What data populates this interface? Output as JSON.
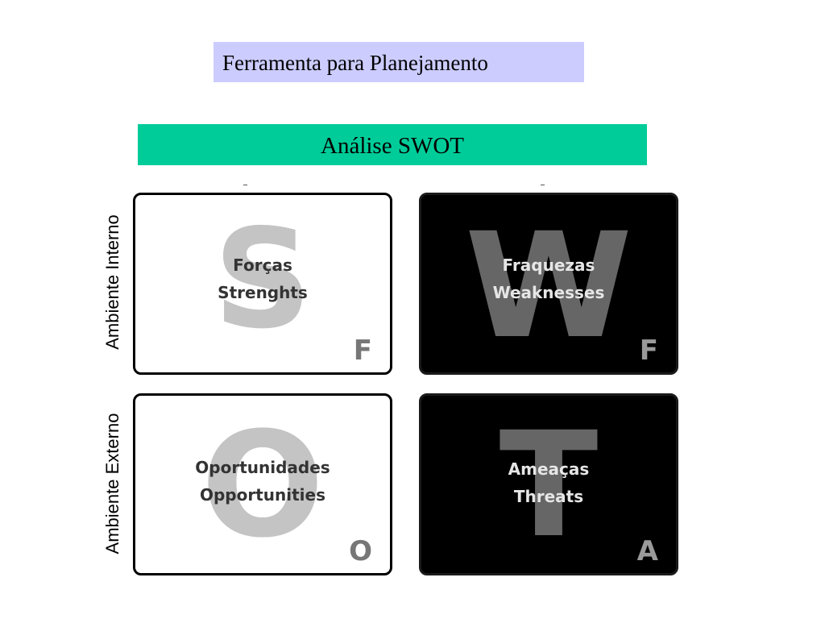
{
  "slide": {
    "title": "Ferramenta para Planejamento",
    "subtitle": "Análise SWOT"
  },
  "rows": {
    "internal_label": "Ambiente Interno",
    "external_label": "Ambiente Externo"
  },
  "quadrants": {
    "strengths": {
      "letter": "S",
      "line1": "Forças",
      "line2": "Strenghts",
      "corner": "F"
    },
    "weaknesses": {
      "letter": "W",
      "line1": "Fraquezas",
      "line2": "Weaknesses",
      "corner": "F"
    },
    "opportunities": {
      "letter": "O",
      "line1": "Oportunidades",
      "line2": "Opportunities",
      "corner": "O"
    },
    "threats": {
      "letter": "T",
      "line1": "Ameaças",
      "line2": "Threats",
      "corner": "A"
    }
  },
  "colors": {
    "title_bg": "#ccccff",
    "subtitle_bg": "#00cc99",
    "dark_quadrant": "#000000",
    "light_quadrant": "#ffffff"
  }
}
